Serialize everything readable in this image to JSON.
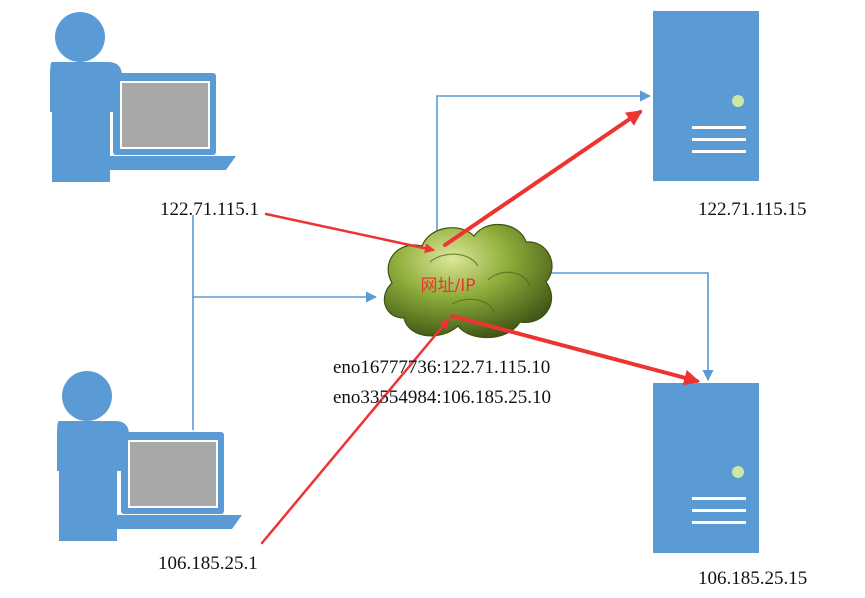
{
  "colors": {
    "icon_blue": "#5b9bd5",
    "line_blue": "#5b9bd5",
    "arrow_red": "#ee3333",
    "cloud_green": "#6f8f2a",
    "cloud_label": "#ee3333",
    "server_led": "#cfe5a6"
  },
  "icons": {
    "client": "user-laptop-icon",
    "server": "server-tower-icon",
    "router": "network-cloud-icon"
  },
  "clients": [
    {
      "ip": "122.71.115.1"
    },
    {
      "ip": "106.185.25.1"
    }
  ],
  "servers": [
    {
      "ip": "122.71.115.15"
    },
    {
      "ip": "106.185.25.15"
    }
  ],
  "router": {
    "label": "网址/IP",
    "interfaces": [
      "eno16777736:122.71.115.10",
      "eno33554984:106.185.25.10"
    ]
  }
}
